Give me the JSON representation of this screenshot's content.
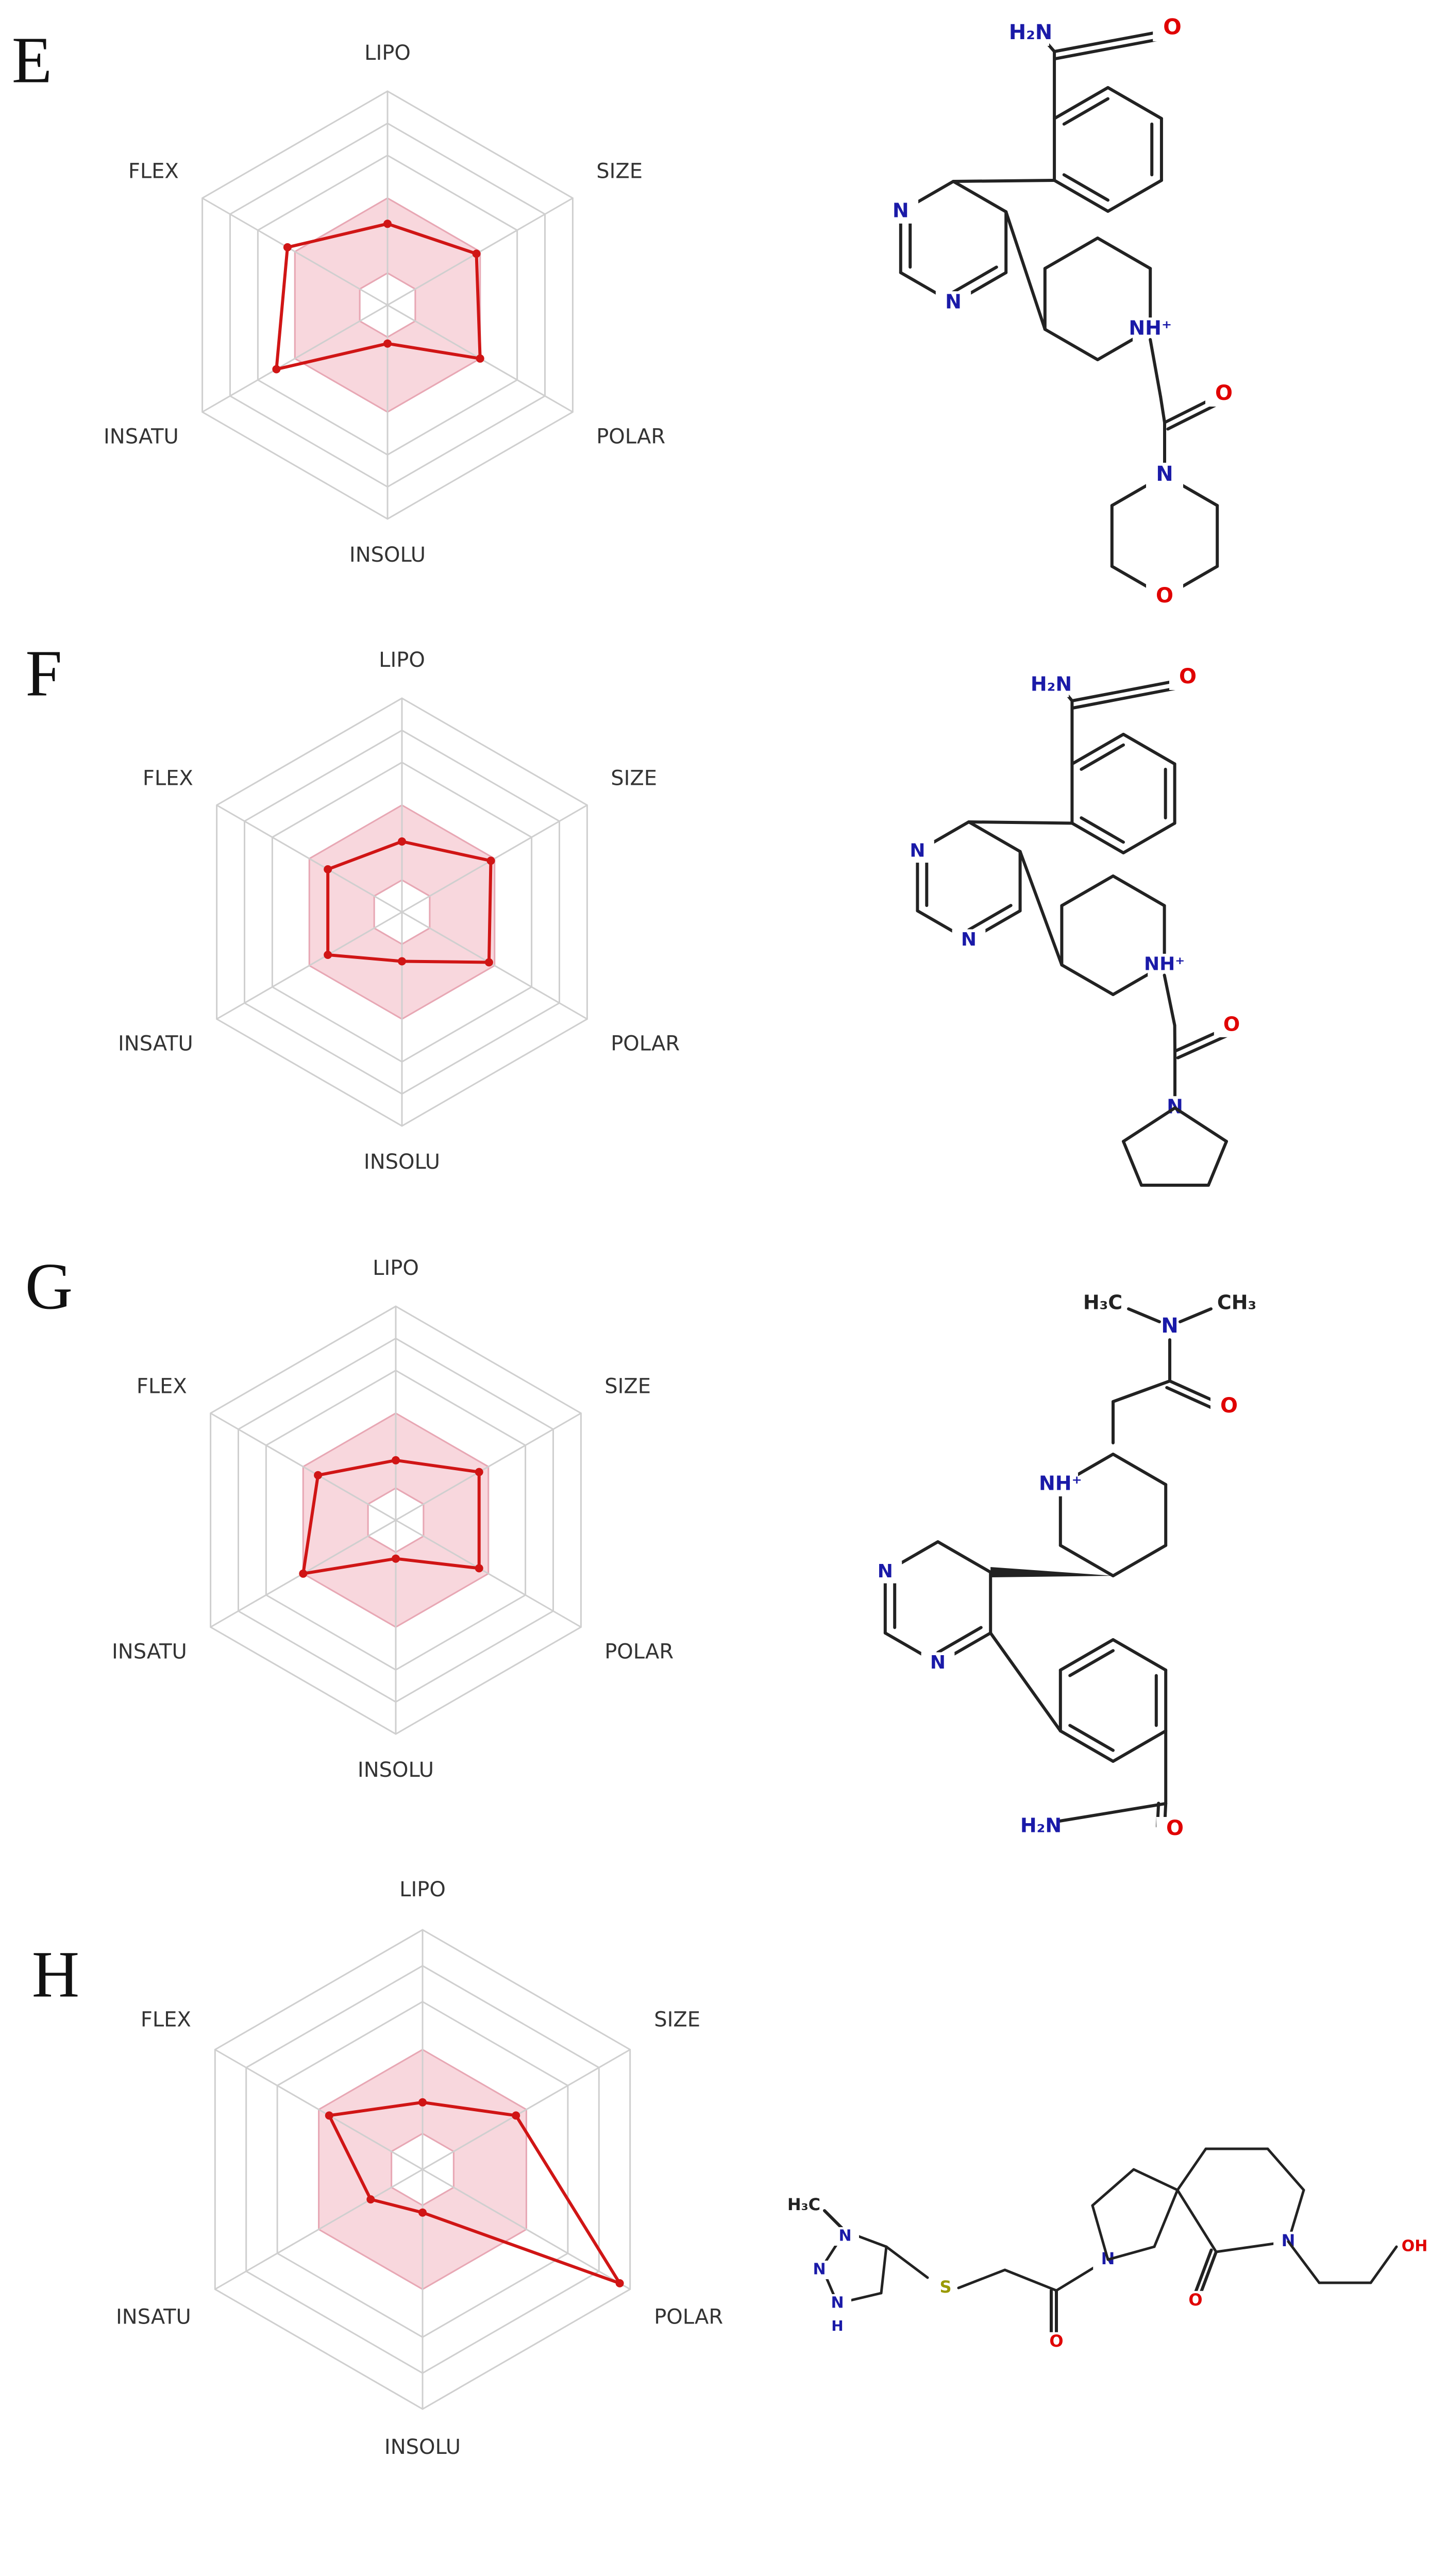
{
  "figure": {
    "note": ""
  },
  "colors": {
    "grid": "#cfcfcf",
    "band_fill": "#f8d7dd",
    "band_stroke": "#e8a7b4",
    "series": "#d01515",
    "nitrogen": "#1a1aa8",
    "oxygen": "#e00000",
    "sulfur": "#9a9a00",
    "bond": "#222222"
  },
  "chart_data": [
    {
      "panel": "E",
      "type": "radar",
      "axes": [
        "LIPO",
        "SIZE",
        "POLAR",
        "INSOLU",
        "INSATU",
        "FLEX"
      ],
      "band": [
        0.5,
        0.5,
        0.5,
        0.5,
        0.5,
        0.5
      ],
      "values": [
        0.38,
        0.48,
        0.5,
        0.18,
        0.6,
        0.54
      ],
      "molecule": "E"
    },
    {
      "panel": "F",
      "type": "radar",
      "axes": [
        "LIPO",
        "SIZE",
        "POLAR",
        "INSOLU",
        "INSATU",
        "FLEX"
      ],
      "band": [
        0.5,
        0.5,
        0.5,
        0.5,
        0.5,
        0.5
      ],
      "values": [
        0.33,
        0.48,
        0.47,
        0.23,
        0.4,
        0.4
      ],
      "molecule": "F"
    },
    {
      "panel": "G",
      "type": "radar",
      "axes": [
        "LIPO",
        "SIZE",
        "POLAR",
        "INSOLU",
        "INSATU",
        "FLEX"
      ],
      "band": [
        0.5,
        0.5,
        0.5,
        0.5,
        0.5,
        0.5
      ],
      "values": [
        0.28,
        0.45,
        0.45,
        0.18,
        0.5,
        0.42
      ],
      "molecule": "G"
    },
    {
      "panel": "H",
      "type": "radar",
      "axes": [
        "LIPO",
        "SIZE",
        "POLAR",
        "INSOLU",
        "INSATU",
        "FLEX"
      ],
      "band": [
        0.5,
        0.5,
        0.5,
        0.5,
        0.5,
        0.5
      ],
      "values": [
        0.28,
        0.45,
        0.95,
        0.18,
        0.25,
        0.45
      ],
      "molecule": "H"
    }
  ],
  "molecules": {
    "E": {
      "labels": [
        "H₂N",
        "O",
        "N",
        "N",
        "NH⁺",
        "O",
        "N",
        "O"
      ]
    },
    "F": {
      "labels": [
        "H₂N",
        "O",
        "N",
        "N",
        "NH⁺",
        "O",
        "N"
      ]
    },
    "G": {
      "labels": [
        "H₃C",
        "N",
        "CH₃",
        "O",
        "NH⁺",
        "N",
        "N",
        "H₂N",
        "O"
      ]
    },
    "H": {
      "labels": [
        "H₃C",
        "N",
        "N",
        "N",
        "H",
        "S",
        "O",
        "N",
        "N",
        "O",
        "OH"
      ]
    }
  }
}
